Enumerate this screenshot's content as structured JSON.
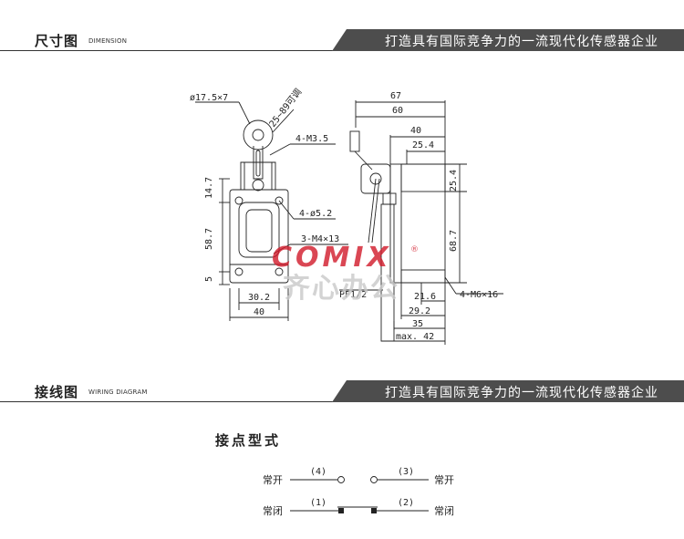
{
  "colors": {
    "banner": "#4d4d4d",
    "line": "#222222",
    "watermark": "#d11a2a",
    "watermark_text": "#c9c9c9"
  },
  "sections": {
    "dimension": {
      "title": "尺寸图",
      "subtitle": "DIMENSION",
      "slogan": "打造具有国际竞争力的一流现代化传感器企业"
    },
    "wiring": {
      "title": "接线图",
      "subtitle": "WIRING DIAGRAM",
      "slogan": "打造具有国际竞争力的一流现代化传感器企业"
    }
  },
  "dimension_drawing": {
    "front_labels": {
      "roller": "ø17.5×7",
      "arm_range": "25~89可调",
      "mount_screw": "4-M3.5",
      "dim_14_7": "14.7",
      "dim_58_7": "58.7",
      "dim_5": "5",
      "hole": "4-ø5.2",
      "screw": "3-M4×13",
      "dim_30_2": "30.2",
      "dim_40": "40"
    },
    "side_labels": {
      "dim_67": "67",
      "dim_60": "60",
      "dim_40": "40",
      "dim_25_4_top": "25.4",
      "dim_25_4_right": "25.4",
      "dim_68_7": "68.7",
      "thread": "PF1/2",
      "dim_21_6": "21.6",
      "mount": "4-M6×16",
      "dim_29_2": "29.2",
      "dim_35": "35",
      "dim_max": "max. 42"
    },
    "watermark": {
      "brand": "COMIX",
      "reg": "®",
      "cn": "齐心办公"
    }
  },
  "wiring_diagram": {
    "title": "接点型式",
    "no_left": "常开",
    "no_right": "常开",
    "nc_left": "常闭",
    "nc_right": "常闭",
    "terminal_4": "(4)",
    "terminal_3": "(3)",
    "terminal_1": "(1)",
    "terminal_2": "(2)"
  }
}
